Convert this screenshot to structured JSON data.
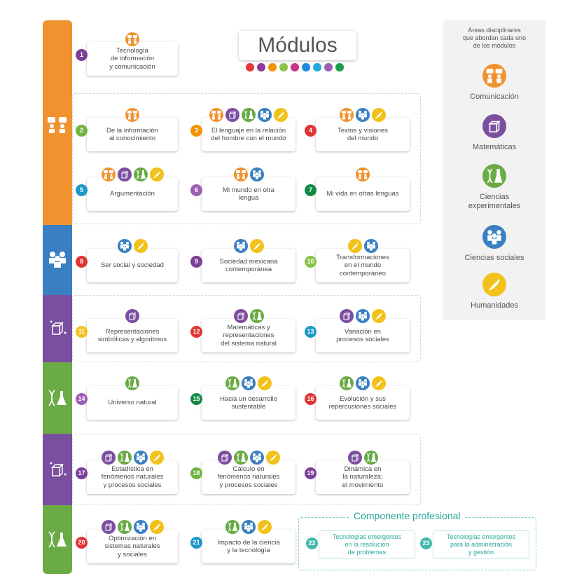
{
  "title": "Módulos",
  "colors": {
    "comunicacion": "#f0932f",
    "matematicas": "#7b4fa0",
    "ciencias_experimentales": "#6aab45",
    "ciencias_sociales": "#3a7fc1",
    "humanidades": "#f2c21b",
    "profesional": "#2aa79b",
    "purple_num": "#7b3f98",
    "green_num": "#71b544",
    "orange_num": "#f39200",
    "red_num": "#e03535",
    "blue_num": "#1d97c8",
    "dark_green_num": "#138a45",
    "teal_num": "#43b8ac"
  },
  "title_dots": [
    "#e53935",
    "#8e3a96",
    "#f39200",
    "#8bc34a",
    "#c6358a",
    "#1e88e5",
    "#26a8d9",
    "#9c5fb5",
    "#1b9e4b"
  ],
  "legend": {
    "title": "Áreas disciplinares\nque abordan cada uno\nde los módulos",
    "items": [
      {
        "icon": "comunicacion-icon",
        "label": "Comunicación"
      },
      {
        "icon": "matematicas-icon",
        "label": "Matemáticas"
      },
      {
        "icon": "ciencias-experimentales-icon",
        "label": "Ciencias\nexperimentales"
      },
      {
        "icon": "ciencias-sociales-icon",
        "label": "Ciencias sociales"
      },
      {
        "icon": "humanidades-icon",
        "label": "Humanidades"
      }
    ]
  },
  "modules": [
    {
      "num": "1",
      "label": "Tecnología\nde información\ny comunicación",
      "areas": [
        "com"
      ]
    },
    {
      "num": "2",
      "label": "De la información\nal conocimiento",
      "areas": [
        "com"
      ]
    },
    {
      "num": "3",
      "label": "El lenguaje en la relación\ndel hombre con el mundo",
      "areas": [
        "com",
        "mat",
        "exp",
        "soc",
        "hum"
      ]
    },
    {
      "num": "4",
      "label": "Textos y visiones\ndel mundo",
      "areas": [
        "com",
        "soc",
        "hum"
      ]
    },
    {
      "num": "5",
      "label": "Argumentación",
      "areas": [
        "com",
        "mat",
        "exp",
        "hum"
      ]
    },
    {
      "num": "6",
      "label": "Mi mundo en otra\nlengua",
      "areas": [
        "com",
        "soc"
      ]
    },
    {
      "num": "7",
      "label": "Mi vida en otras lenguas",
      "areas": [
        "com"
      ]
    },
    {
      "num": "8",
      "label": "Ser social y sociedad",
      "areas": [
        "soc",
        "hum"
      ]
    },
    {
      "num": "9",
      "label": "Sociedad mexicana\ncontemporánea",
      "areas": [
        "soc",
        "hum"
      ]
    },
    {
      "num": "10",
      "label": "Transformaciones\nen el mundo\ncontemporáneo",
      "areas": [
        "hum",
        "soc"
      ]
    },
    {
      "num": "11",
      "label": "Representaciones\nsimbólicas y algoritmos",
      "areas": [
        "mat"
      ]
    },
    {
      "num": "12",
      "label": "Matemáticas y\nrepresentaciones\ndel sistema natural",
      "areas": [
        "mat",
        "exp"
      ]
    },
    {
      "num": "13",
      "label": "Variación en\nprocesos sociales",
      "areas": [
        "mat",
        "soc",
        "hum"
      ]
    },
    {
      "num": "14",
      "label": "Universo natural",
      "areas": [
        "exp"
      ]
    },
    {
      "num": "15",
      "label": "Hacia un desarrollo\nsustentable",
      "areas": [
        "exp",
        "soc",
        "hum"
      ]
    },
    {
      "num": "16",
      "label": "Evolución y sus\nrepercusiones sociales",
      "areas": [
        "exp",
        "soc",
        "hum"
      ]
    },
    {
      "num": "17",
      "label": "Estadística en\nfenómenos naturales\ny procesos sociales",
      "areas": [
        "mat",
        "exp",
        "soc",
        "hum"
      ]
    },
    {
      "num": "18",
      "label": "Cálculo en\nfenómenos naturales\ny procesos sociales",
      "areas": [
        "mat",
        "exp",
        "soc",
        "hum"
      ]
    },
    {
      "num": "19",
      "label": "Dinámica en\nla naturaleza:\nel movimiento",
      "areas": [
        "mat",
        "exp"
      ]
    },
    {
      "num": "20",
      "label": "Optimización en\nsistemas naturales\ny sociales",
      "areas": [
        "mat",
        "exp",
        "soc",
        "hum"
      ]
    },
    {
      "num": "21",
      "label": "Impacto de la ciencia\ny la tecnología",
      "areas": [
        "exp",
        "soc",
        "hum"
      ]
    }
  ],
  "profesional": {
    "title": "Componente profesional",
    "cards": [
      {
        "num": "22",
        "label": "Tecnologías emergentes\nen la resolución\nde problemas"
      },
      {
        "num": "23",
        "label": "Tecnologías emergentes\npara la administración\ny gestión"
      }
    ]
  }
}
